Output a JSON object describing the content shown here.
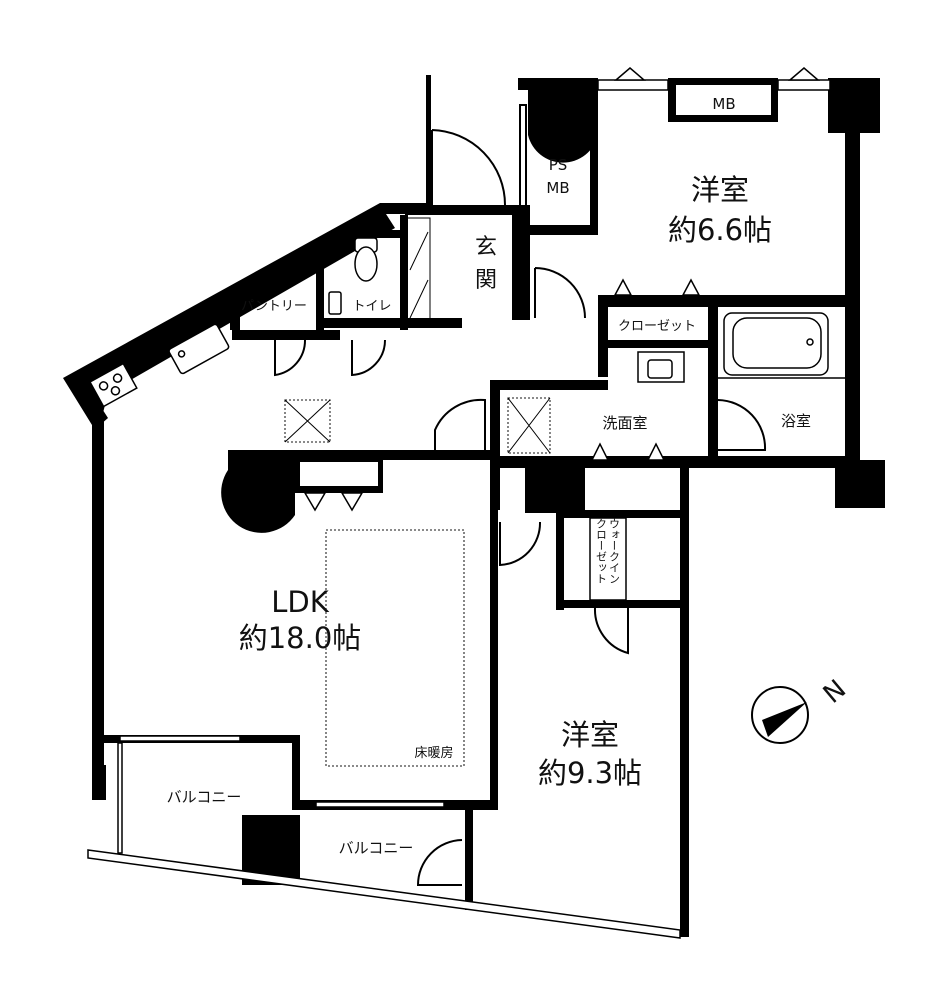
{
  "floor_plan": {
    "rooms": {
      "western_room_1": {
        "name": "洋室",
        "size": "約6.6帖"
      },
      "western_room_2": {
        "name": "洋室",
        "size": "約9.3帖"
      },
      "ldk": {
        "name": "LDK",
        "size": "約18.0帖"
      },
      "entrance": {
        "line1": "玄",
        "line2": "関"
      },
      "pantry": "パントリー",
      "toilet": "トイレ",
      "closet": "クローゼット",
      "washroom": "洗面室",
      "bathroom": "浴室",
      "walk_in_closet": {
        "col1": "ウォークイン",
        "col2": "クローゼット"
      },
      "balcony_1": "バルコニー",
      "balcony_2": "バルコニー"
    },
    "utilities": {
      "mb_top": "MB",
      "ps": "PS",
      "ps_mb": "MB",
      "floor_heating": "床暖房"
    },
    "compass": {
      "label": "N",
      "icon": "north-arrow-icon"
    },
    "colors": {
      "wall": "#000000",
      "background": "#ffffff"
    }
  }
}
